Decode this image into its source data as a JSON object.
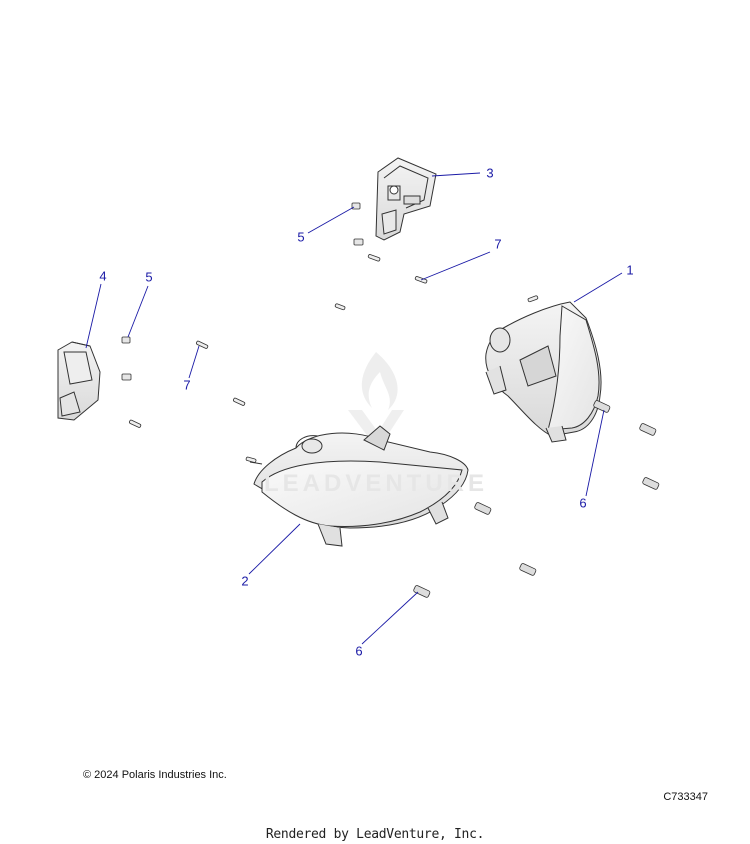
{
  "callouts": {
    "c1": "1",
    "c2": "2",
    "c3": "3",
    "c4": "4",
    "c5a": "5",
    "c5b": "5",
    "c6a": "6",
    "c6b": "6",
    "c7a": "7",
    "c7b": "7"
  },
  "footer": {
    "copyright": "© 2024 Polaris Industries Inc.",
    "code": "C733347",
    "rendered_by": "Rendered by LeadVenture, Inc."
  },
  "watermark": "LEADVENTURE",
  "colors": {
    "callout": "#1a1aa6",
    "line": "#333333",
    "part_fill": "#f2f2f2"
  }
}
